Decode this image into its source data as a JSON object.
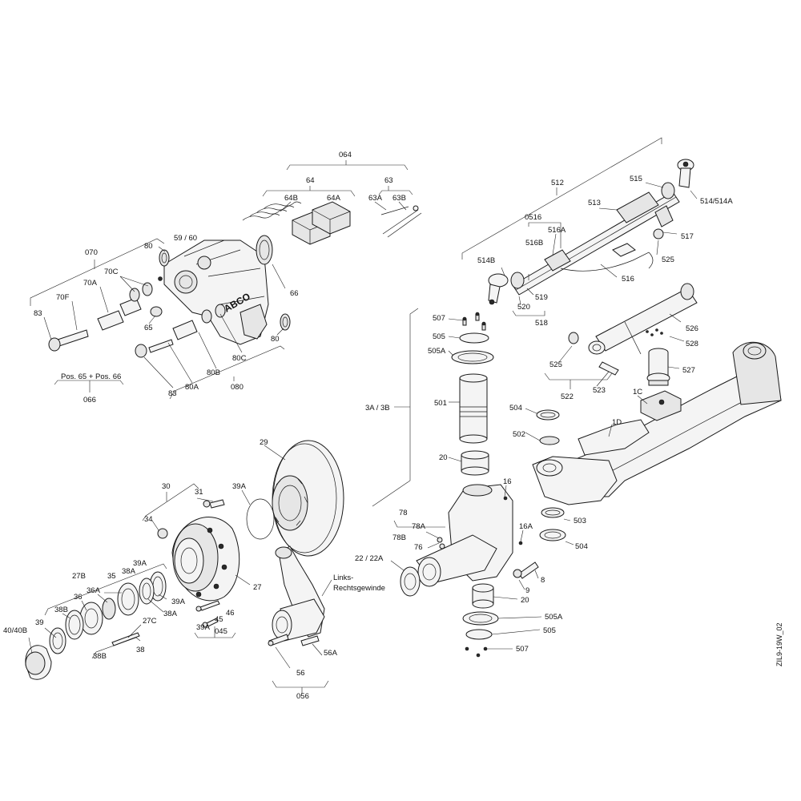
{
  "drawing_id": "ZIL9-19W_02",
  "brand": "WABCO",
  "note_links_rechts": [
    "Links-",
    "Rechtsgewinde"
  ],
  "labels": {
    "l064": "064",
    "l64": "64",
    "l63": "63",
    "l64B": "64B",
    "l64A": "64A",
    "l63A": "63A",
    "l63B": "63B",
    "l070": "070",
    "l80_top": "80",
    "l59_60": "59 / 60",
    "l70C": "70C",
    "l70A": "70A",
    "l70F": "70F",
    "l83_top": "83",
    "l65": "65",
    "l66": "66",
    "l80_right": "80",
    "l80C": "80C",
    "l80B": "80B",
    "l80A": "80A",
    "l83_bot": "83",
    "l080": "080",
    "lpos": "Pos. 65 + Pos. 66",
    "l066": "066",
    "l512": "512",
    "l515": "515",
    "l513": "513",
    "l0516": "0516",
    "l516A": "516A",
    "l516B": "516B",
    "l514B": "514B",
    "l514_514A": "514/514A",
    "l517": "517",
    "l525_top": "525",
    "l516": "516",
    "l519": "519",
    "l520": "520",
    "l518": "518",
    "l526": "526",
    "l528": "528",
    "l527": "527",
    "l525_mid": "525",
    "l523": "523",
    "l522": "522",
    "l1C": "1C",
    "l1D": "1D",
    "l507_top": "507",
    "l505_top": "505",
    "l505A_top": "505A",
    "l501": "501",
    "l3A_3B": "3A / 3B",
    "l20_top": "20",
    "l504_top": "504",
    "l502": "502",
    "l16": "16",
    "l16A": "16A",
    "l78": "78",
    "l78A": "78A",
    "l78B": "78B",
    "l76": "76",
    "l22_22A": "22 / 22A",
    "l503": "503",
    "l504_bot": "504",
    "l8": "8",
    "l9": "9",
    "l20_bot": "20",
    "l505A_bot": "505A",
    "l505_bot": "505",
    "l507_bot": "507",
    "l29": "29",
    "l30": "30",
    "l31": "31",
    "l39A_top": "39A",
    "l34": "34",
    "l27": "27",
    "l27B": "27B",
    "l39A_mid": "39A",
    "l35": "35",
    "l38A_mid": "38A",
    "l36A": "36A",
    "l36": "36",
    "l38B_top": "38B",
    "l39A_bot": "39A",
    "l38A_bot": "38A",
    "l27C": "27C",
    "l39": "39",
    "l40_40B": "40/40B",
    "l38B_bot": "38B",
    "l38": "38",
    "l46": "46",
    "l45": "45",
    "l39A_045": "39A",
    "l045": "045",
    "l56": "56",
    "l56A": "56A",
    "l056": "056"
  }
}
